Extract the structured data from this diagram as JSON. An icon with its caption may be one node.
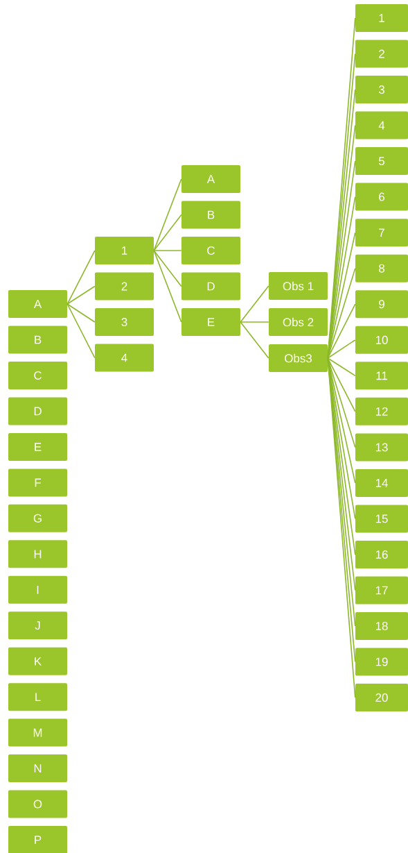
{
  "diagram": {
    "nodes": [
      {
        "text": [
          "A"
        ]
      },
      {
        "text": [
          "B"
        ]
      },
      {
        "text": [
          "C"
        ]
      },
      {
        "text": [
          "D"
        ]
      },
      {
        "text": [
          "E"
        ]
      },
      {
        "text": [
          "F"
        ]
      },
      {
        "text": [
          "G"
        ]
      },
      {
        "text": [
          "H"
        ]
      },
      {
        "text": [
          "I"
        ]
      },
      {
        "text": [
          "J"
        ]
      },
      {
        "text": [
          "K"
        ]
      },
      {
        "text": [
          "L"
        ]
      },
      {
        "text": [
          "M"
        ]
      },
      {
        "text": [
          "N"
        ]
      },
      {
        "text": [
          "O"
        ]
      },
      {
        "text": [
          "P"
        ]
      },
      {
        "text": [
          "1"
        ]
      },
      {
        "text": [
          "2"
        ]
      },
      {
        "text": [
          "3"
        ]
      },
      {
        "text": [
          "4"
        ]
      },
      {
        "text": [
          "A"
        ]
      },
      {
        "text": [
          "B"
        ]
      },
      {
        "text": [
          "C"
        ]
      },
      {
        "text": [
          "D"
        ]
      },
      {
        "text": [
          "E"
        ]
      },
      {
        "text": [
          "Obs 1"
        ]
      },
      {
        "text": [
          "Obs 2"
        ]
      },
      {
        "text": [
          "Obs3"
        ]
      },
      {
        "text": [
          "1"
        ]
      },
      {
        "text": [
          "2"
        ]
      },
      {
        "text": [
          "3"
        ]
      },
      {
        "text": [
          "4"
        ]
      },
      {
        "text": [
          "5"
        ]
      },
      {
        "text": [
          "6"
        ]
      },
      {
        "text": [
          "7"
        ]
      },
      {
        "text": [
          "8"
        ]
      },
      {
        "text": [
          "9"
        ]
      },
      {
        "text": [
          "10"
        ]
      },
      {
        "text": [
          "11"
        ]
      },
      {
        "text": [
          "12"
        ]
      },
      {
        "text": [
          "13"
        ]
      },
      {
        "text": [
          "14"
        ]
      },
      {
        "text": [
          "15"
        ]
      },
      {
        "text": [
          "16"
        ]
      },
      {
        "text": [
          "17"
        ]
      },
      {
        "text": [
          "18"
        ]
      },
      {
        "text": [
          "19"
        ]
      },
      {
        "text": [
          "20"
        ]
      }
    ],
    "edges": [
      {
        "from": 0,
        "to": 16,
        "arrow": "none"
      },
      {
        "from": 0,
        "to": 17,
        "arrow": "none"
      },
      {
        "from": 0,
        "to": 18,
        "arrow": "none"
      },
      {
        "from": 0,
        "to": 19,
        "arrow": "none"
      },
      {
        "from": 16,
        "to": 20,
        "arrow": "none"
      },
      {
        "from": 16,
        "to": 21,
        "arrow": "none"
      },
      {
        "from": 16,
        "to": 22,
        "arrow": "none"
      },
      {
        "from": 16,
        "to": 23,
        "arrow": "none"
      },
      {
        "from": 16,
        "to": 24,
        "arrow": "none"
      },
      {
        "from": 24,
        "to": 25,
        "arrow": "none"
      },
      {
        "from": 24,
        "to": 26,
        "arrow": "none"
      },
      {
        "from": 24,
        "to": 27,
        "arrow": "none"
      },
      {
        "from": 27,
        "to": 28,
        "arrow": "none"
      },
      {
        "from": 27,
        "to": 29,
        "arrow": "none"
      },
      {
        "from": 27,
        "to": 30,
        "arrow": "none"
      },
      {
        "from": 27,
        "to": 31,
        "arrow": "none"
      },
      {
        "from": 27,
        "to": 32,
        "arrow": "none"
      },
      {
        "from": 27,
        "to": 33,
        "arrow": "none"
      },
      {
        "from": 27,
        "to": 34,
        "arrow": "none"
      },
      {
        "from": 27,
        "to": 35,
        "arrow": "none"
      },
      {
        "from": 27,
        "to": 36,
        "arrow": "none"
      },
      {
        "from": 27,
        "to": 37,
        "arrow": "none"
      },
      {
        "from": 27,
        "to": 38,
        "arrow": "none"
      },
      {
        "from": 27,
        "to": 39,
        "arrow": "none"
      },
      {
        "from": 27,
        "to": 40,
        "arrow": "none"
      },
      {
        "from": 27,
        "to": 41,
        "arrow": "none"
      },
      {
        "from": 27,
        "to": 42,
        "arrow": "none"
      },
      {
        "from": 27,
        "to": 43,
        "arrow": "none"
      },
      {
        "from": 27,
        "to": 44,
        "arrow": "none"
      },
      {
        "from": 27,
        "to": 45,
        "arrow": "none"
      },
      {
        "from": 27,
        "to": 46,
        "arrow": "none"
      },
      {
        "from": 27,
        "to": 47,
        "arrow": "none"
      }
    ]
  }
}
